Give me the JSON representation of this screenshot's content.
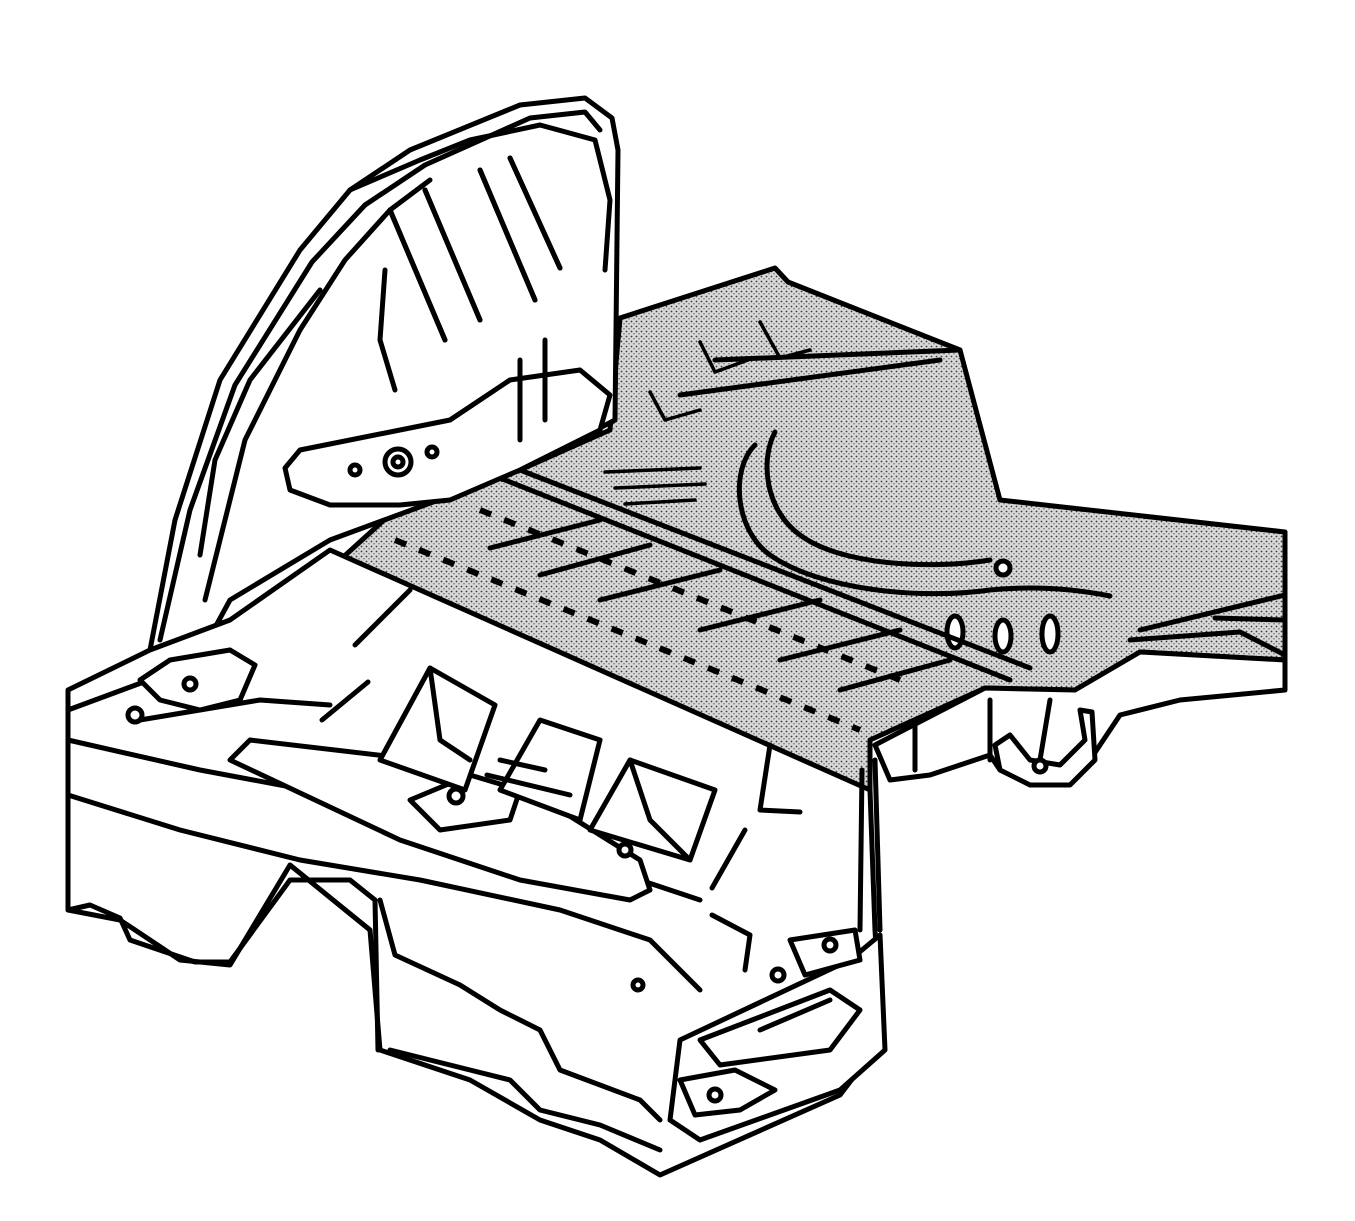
{
  "diagram": {
    "subject": "vehicle-underbody-floor-panel-assembly",
    "style": "black-line-art",
    "highlight_fill": "stipple",
    "line_color": "#000000",
    "background_color": "#ffffff",
    "labels": []
  }
}
